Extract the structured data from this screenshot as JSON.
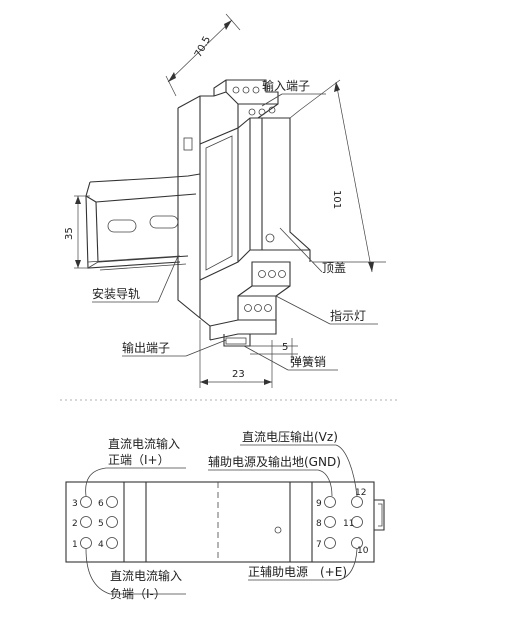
{
  "top_view": {
    "dims": {
      "depth": "70.5",
      "height": "101",
      "rail_height": "35",
      "width": "23",
      "spring_offset": "5"
    },
    "labels": {
      "input_terminal": "输入端子",
      "top_cover": "顶盖",
      "indicator": "指示灯",
      "rail": "安装导轨",
      "output_terminal": "输出端子",
      "spring_pin": "弹簧销"
    }
  },
  "wiring": {
    "labels": {
      "in_line1": "直流电流输入",
      "in_pos": "正端（I+）",
      "in_line3": "直流电流输入",
      "in_neg": "负端（I-）",
      "out_voltage": "直流电压输出(Vz)",
      "aux_gnd": "辅助电源及输出地(GND)",
      "aux_pos": "正辅助电源　(+E)"
    },
    "pins": {
      "p1": "1",
      "p2": "2",
      "p3": "3",
      "p4": "4",
      "p5": "5",
      "p6": "6",
      "p7": "7",
      "p8": "8",
      "p9": "9",
      "p10": "10",
      "p11": "11",
      "p12": "12"
    }
  }
}
